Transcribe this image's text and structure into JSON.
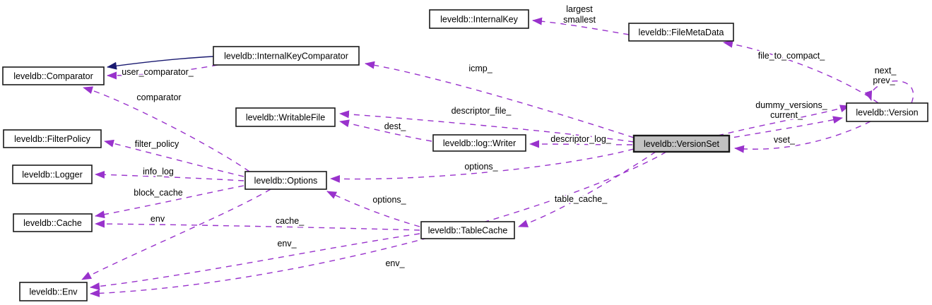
{
  "nodes": {
    "internal_key": "leveldb::InternalKey",
    "file_meta_data": "leveldb::FileMetaData",
    "internal_key_comparator": "leveldb::InternalKeyComparator",
    "comparator": "leveldb::Comparator",
    "filter_policy": "leveldb::FilterPolicy",
    "logger": "leveldb::Logger",
    "options": "leveldb::Options",
    "writable_file": "leveldb::WritableFile",
    "log_writer": "leveldb::log::Writer",
    "version_set": "leveldb::VersionSet",
    "version": "leveldb::Version",
    "cache": "leveldb::Cache",
    "table_cache": "leveldb::TableCache",
    "env": "leveldb::Env"
  },
  "edge_labels": {
    "largest": "largest",
    "smallest": "smallest",
    "file_to_compact": "file_to_compact_",
    "next": "next_",
    "prev": "prev_",
    "user_comparator": "user_comparator_",
    "comparator": "comparator",
    "icmp": "icmp_",
    "descriptor_file": "descriptor_file_",
    "dest": "dest_",
    "descriptor_log": "descriptor_log_",
    "options_vs": "options_",
    "options_tc": "options_",
    "filter_policy": "filter_policy",
    "info_log": "info_log",
    "block_cache": "block_cache",
    "env": "env",
    "cache": "cache_",
    "env_tc": "env_",
    "env_vs": "env_",
    "table_cache": "table_cache_",
    "dummy_versions": "dummy_versions_",
    "current": "current_",
    "vset": "vset_"
  },
  "colors": {
    "edge": "#9932cc",
    "inherit": "#191970",
    "node_fill": "#ffffff",
    "node_border": "#1a1a1a",
    "focus_fill": "#c2c2c2",
    "background": "#ffffff"
  }
}
